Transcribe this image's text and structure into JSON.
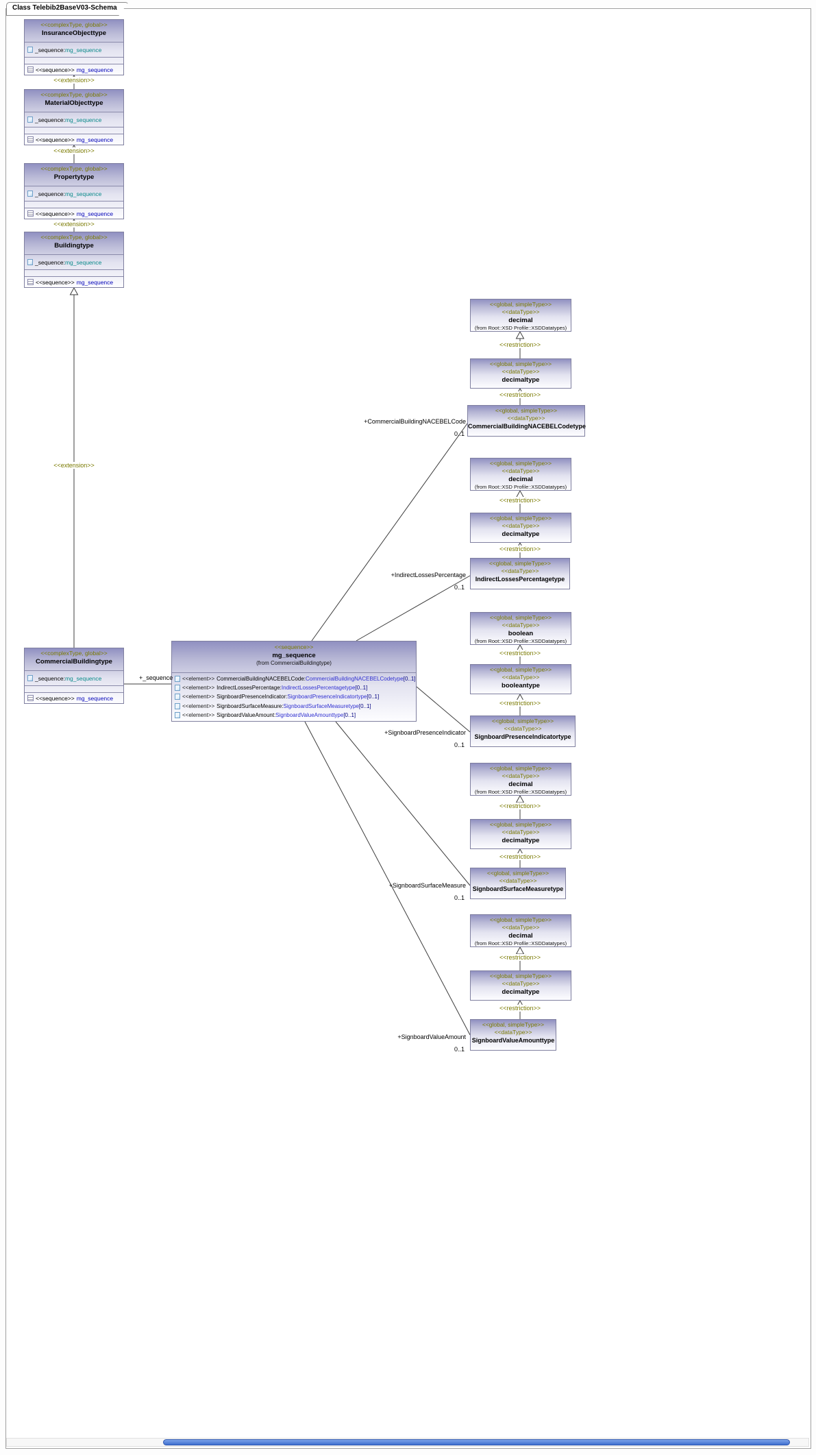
{
  "frame": {
    "title": "Class Telebib2BaseV03-Schema"
  },
  "labels": {
    "extension": "<<extension>>",
    "restriction": "<<restriction>>",
    "sequence_assoc": "+_sequence"
  },
  "colors": {
    "stereotype_olive": "#7a7a00",
    "type_link_blue": "#2f2fd0",
    "attribute_teal": "#0a8a8a",
    "operation_navy": "#0000b8",
    "box_gradient_top": "#9090c1",
    "scrollbar_thumb_blue": "#3f6fd0"
  },
  "complex_classes": [
    {
      "stereotype": "<<complexType, global>>",
      "name": "InsuranceObjecttype",
      "attribute_name": "_sequence:",
      "attribute_type": "mg_sequence",
      "operation_stereotype": "<<sequence>>",
      "operation_name": "mg_sequence"
    },
    {
      "stereotype": "<<complexType, global>>",
      "name": "MaterialObjecttype",
      "attribute_name": "_sequence:",
      "attribute_type": "mg_sequence",
      "operation_stereotype": "<<sequence>>",
      "operation_name": "mg_sequence"
    },
    {
      "stereotype": "<<complexType, global>>",
      "name": "Propertytype",
      "attribute_name": "_sequence:",
      "attribute_type": "mg_sequence",
      "operation_stereotype": "<<sequence>>",
      "operation_name": "mg_sequence"
    },
    {
      "stereotype": "<<complexType, global>>",
      "name": "Buildingtype",
      "attribute_name": "_sequence:",
      "attribute_type": "mg_sequence",
      "operation_stereotype": "<<sequence>>",
      "operation_name": "mg_sequence"
    },
    {
      "stereotype": "<<complexType, global>>",
      "name": "CommercialBuildingtype",
      "attribute_name": "_sequence:",
      "attribute_type": "mg_sequence",
      "operation_stereotype": "<<sequence>>",
      "operation_name": "mg_sequence"
    }
  ],
  "sequence_class": {
    "stereotype": "<<sequence>>",
    "name": "mg_sequence",
    "from": "(from CommercialBuildingtype)",
    "elements": [
      {
        "stereotype": "<<element>>",
        "name": "CommercialBuildingNACEBELCode:",
        "type": "CommercialBuildingNACEBELCodetype",
        "cardinality": "[0..1]"
      },
      {
        "stereotype": "<<element>>",
        "name": "IndirectLossesPercentage:",
        "type": "IndirectLossesPercentagetype",
        "cardinality": "[0..1]"
      },
      {
        "stereotype": "<<element>>",
        "name": "SignboardPresenceIndicator:",
        "type": "SignboardPresenceIndicatortype",
        "cardinality": "[0..1]"
      },
      {
        "stereotype": "<<element>>",
        "name": "SignboardSurfaceMeasure:",
        "type": "SignboardSurfaceMeasuretype",
        "cardinality": "[0..1]"
      },
      {
        "stereotype": "<<element>>",
        "name": "SignboardValueAmount:",
        "type": "SignboardValueAmounttype",
        "cardinality": "[0..1]"
      }
    ]
  },
  "stacks": [
    {
      "base": {
        "stereo1": "<<global, simpleType>>",
        "stereo2": "<<dataType>>",
        "name": "decimal",
        "from": "(from Root::XSD Profile::XSDDatatypes)"
      },
      "mid": {
        "stereo1": "<<global, simpleType>>",
        "stereo2": "<<dataType>>",
        "name": "decimaltype"
      },
      "leaf": {
        "stereo1": "<<global, simpleType>>",
        "stereo2": "<<dataType>>",
        "name": "CommercialBuildingNACEBELCodetype"
      },
      "assoc_label": "+CommercialBuildingNACEBELCode",
      "multiplicity": "0..1"
    },
    {
      "base": {
        "stereo1": "<<global, simpleType>>",
        "stereo2": "<<dataType>>",
        "name": "decimal",
        "from": "(from Root::XSD Profile::XSDDatatypes)"
      },
      "mid": {
        "stereo1": "<<global, simpleType>>",
        "stereo2": "<<dataType>>",
        "name": "decimaltype"
      },
      "leaf": {
        "stereo1": "<<global, simpleType>>",
        "stereo2": "<<dataType>>",
        "name": "IndirectLossesPercentagetype"
      },
      "assoc_label": "+IndirectLossesPercentage",
      "multiplicity": "0..1"
    },
    {
      "base": {
        "stereo1": "<<global, simpleType>>",
        "stereo2": "<<dataType>>",
        "name": "boolean",
        "from": "(from Root::XSD Profile::XSDDatatypes)"
      },
      "mid": {
        "stereo1": "<<global, simpleType>>",
        "stereo2": "<<dataType>>",
        "name": "booleantype"
      },
      "leaf": {
        "stereo1": "<<global, simpleType>>",
        "stereo2": "<<dataType>>",
        "name": "SignboardPresenceIndicatortype"
      },
      "assoc_label": "+SignboardPresenceIndicator",
      "multiplicity": "0..1"
    },
    {
      "base": {
        "stereo1": "<<global, simpleType>>",
        "stereo2": "<<dataType>>",
        "name": "decimal",
        "from": "(from Root::XSD Profile::XSDDatatypes)"
      },
      "mid": {
        "stereo1": "<<global, simpleType>>",
        "stereo2": "<<dataType>>",
        "name": "decimaltype"
      },
      "leaf": {
        "stereo1": "<<global, simpleType>>",
        "stereo2": "<<dataType>>",
        "name": "SignboardSurfaceMeasuretype"
      },
      "assoc_label": "+SignboardSurfaceMeasure",
      "multiplicity": "0..1"
    },
    {
      "base": {
        "stereo1": "<<global, simpleType>>",
        "stereo2": "<<dataType>>",
        "name": "decimal",
        "from": "(from Root::XSD Profile::XSDDatatypes)"
      },
      "mid": {
        "stereo1": "<<global, simpleType>>",
        "stereo2": "<<dataType>>",
        "name": "decimaltype"
      },
      "leaf": {
        "stereo1": "<<global, simpleType>>",
        "stereo2": "<<dataType>>",
        "name": "SignboardValueAmounttype"
      },
      "assoc_label": "+SignboardValueAmount",
      "multiplicity": "0..1"
    }
  ]
}
